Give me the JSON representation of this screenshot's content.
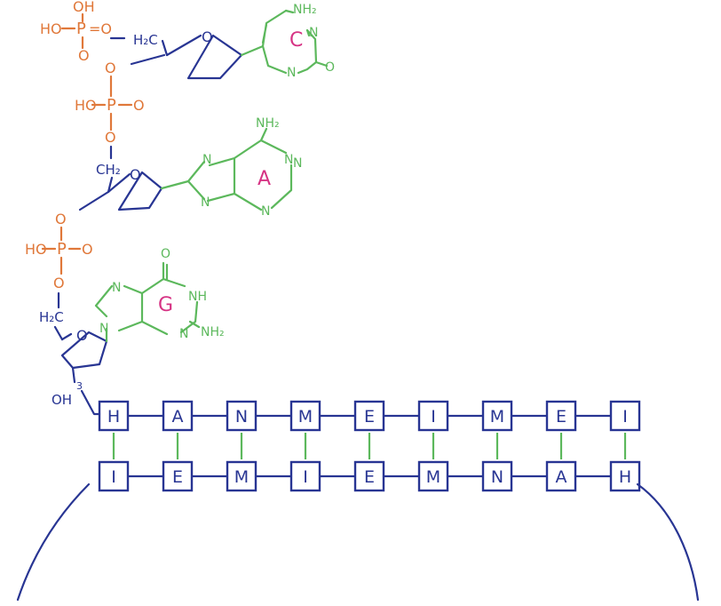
{
  "colors": {
    "phosphate": "#e0783a",
    "sugar": "#283593",
    "base": "#5cb85c",
    "base_letter": "#d63384",
    "box": "#283593",
    "rung": "#5cb85c"
  },
  "nucleotides": [
    {
      "phosphate": {
        "top": "OH",
        "left": "HO",
        "p": "P",
        "bond": "=O",
        "bottom": "O"
      },
      "linker": "H₂C",
      "ring_o": "O",
      "base_letter": "C",
      "base_atoms": {
        "amine": "NH₂",
        "n1": "N",
        "n2": "N",
        "carbonyl": "O"
      }
    },
    {
      "phosphate": {
        "top": "O",
        "left": "HO",
        "p": "P",
        "right": "O",
        "bottom": "O"
      },
      "linker": "CH₂",
      "ring_o": "O",
      "base_letter": "A",
      "base_atoms": {
        "amine": "NH₂",
        "n1": "N",
        "n2": "N",
        "n3": "N",
        "n4": "N",
        "n5": "N"
      }
    },
    {
      "phosphate": {
        "top": "O",
        "left": "HO",
        "p": "P",
        "right": "O",
        "bottom": "O"
      },
      "linker": "H₂C",
      "ring_o": "O",
      "base_letter": "G",
      "base_atoms": {
        "carbonyl": "O",
        "nh": "NH",
        "amine": "NH₂",
        "n1": "N",
        "n2": "N",
        "n3": "N"
      }
    }
  ],
  "hydroxyl_label": "OH",
  "three_prime_label": "3",
  "strand_top": [
    "H",
    "A",
    "N",
    "M",
    "E",
    "I",
    "M",
    "E",
    "I"
  ],
  "strand_bottom": [
    "I",
    "E",
    "M",
    "I",
    "E",
    "M",
    "N",
    "A",
    "H"
  ]
}
